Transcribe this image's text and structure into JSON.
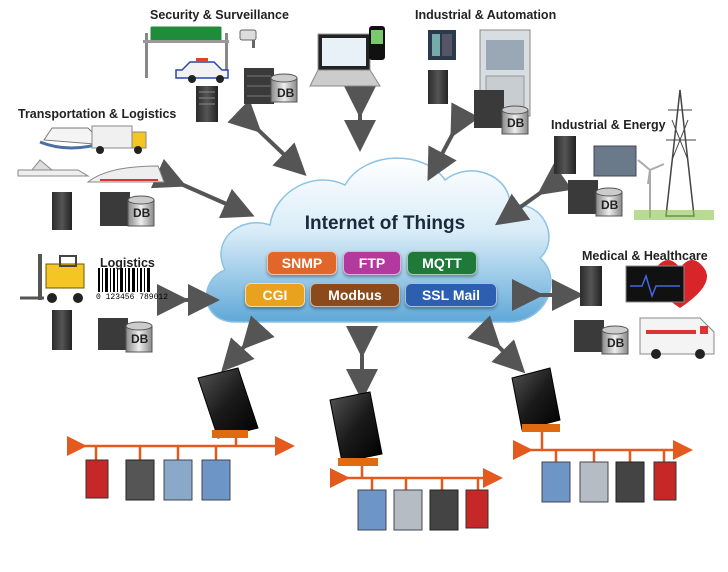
{
  "cloud": {
    "title": "Internet of Things",
    "protocols": [
      {
        "label": "SNMP",
        "color": "#e0662a"
      },
      {
        "label": "FTP",
        "color": "#b23a9e"
      },
      {
        "label": "MQTT",
        "color": "#1f7a3a"
      },
      {
        "label": "CGI",
        "color": "#e8a21d"
      },
      {
        "label": "Modbus",
        "color": "#8a4a1c"
      },
      {
        "label": "SSL Mail",
        "color": "#2d5fb0"
      }
    ]
  },
  "sectors": {
    "security": "Security & Surveillance",
    "industrial_automation": "Industrial & Automation",
    "transportation": "Transportation & Logistics",
    "industrial_energy": "Industrial & Energy",
    "logistics": "Logistics",
    "medical": "Medical & Healthcare"
  },
  "db_label": "DB",
  "barcode_number": "0 123456 789012",
  "colors": {
    "cloud_top": "#ffffff",
    "cloud_bottom": "#5fa8d8",
    "arrow": "#555555",
    "bus_line": "#e45a1e"
  }
}
